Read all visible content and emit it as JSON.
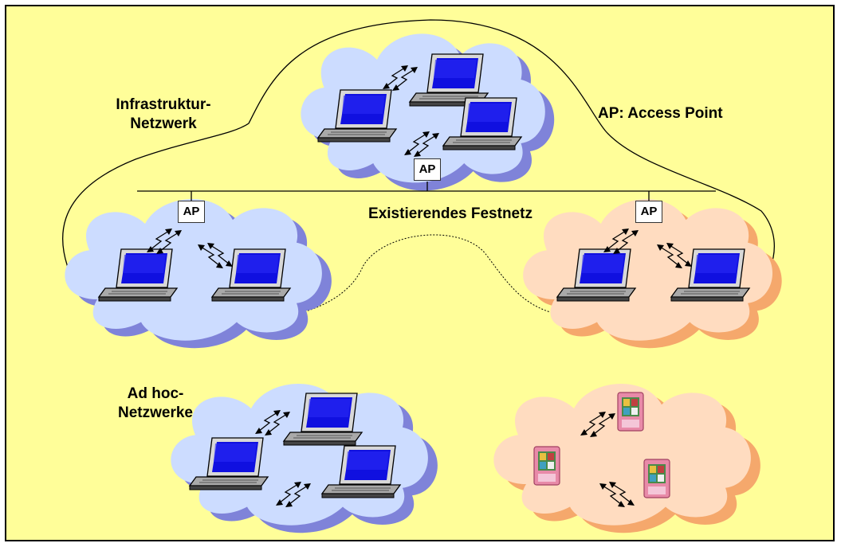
{
  "labels": {
    "infrastructure_line1": "Infrastruktur-",
    "infrastructure_line2": "Netzwerk",
    "access_point_legend": "AP: Access Point",
    "fixed_network": "Existierendes Festnetz",
    "adhoc_line1": "Ad hoc-",
    "adhoc_line2": "Netzwerke"
  },
  "access_points": {
    "top": "AP",
    "left": "AP",
    "right": "AP"
  },
  "colors": {
    "background": "#fffe99",
    "blue_cloud": "#ccdcff",
    "blue_cloud_shadow": "#7f83d9",
    "orange_cloud": "#ffdcc0",
    "orange_cloud_shadow": "#f5a86c",
    "screen": "#1010e0"
  }
}
